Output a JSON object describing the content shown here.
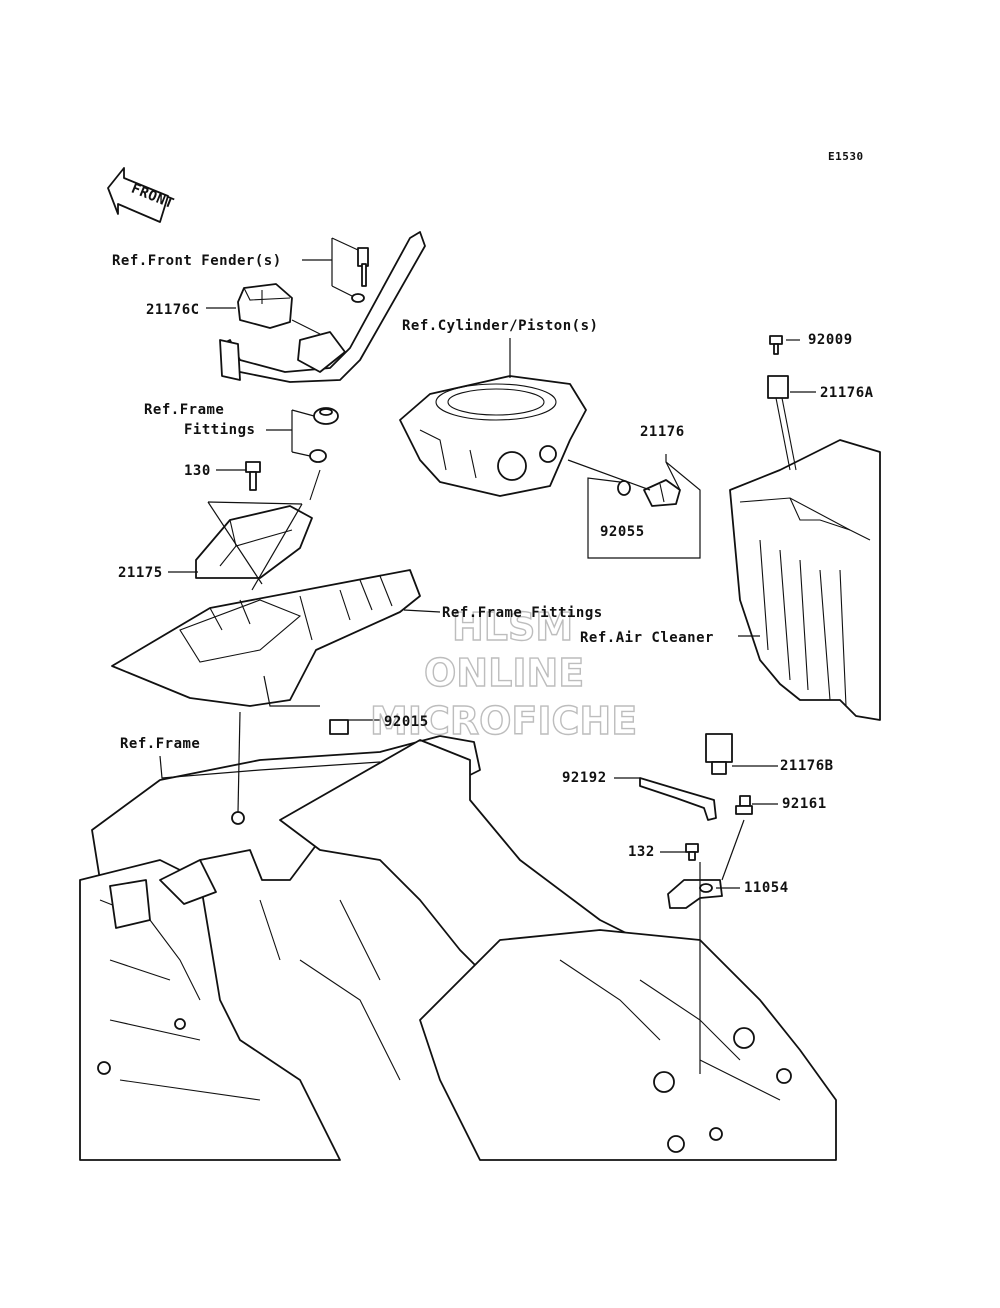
{
  "diagram_code": "E1530",
  "front_arrow_text": "FRONT",
  "labels": {
    "ref_front_fender": "Ref.Front Fender(s)",
    "p21176c": "21176C",
    "ref_cylinder": "Ref.Cylinder/Piston(s)",
    "p92009": "92009",
    "p21176a": "21176A",
    "ref_frame_fittings_1": "Ref.Frame",
    "ref_frame_fittings_2": "Fittings",
    "p130": "130",
    "p21176": "21176",
    "p92055": "92055",
    "p21175": "21175",
    "ref_frame_fittings_b": "Ref.Frame Fittings",
    "ref_air_cleaner": "Ref.Air Cleaner",
    "p92015": "92015",
    "ref_frame": "Ref.Frame",
    "p21176b": "21176B",
    "p92192": "92192",
    "p92161": "92161",
    "p132": "132",
    "p11054": "11054"
  },
  "watermark": {
    "line1": "HLSM",
    "line2": "ONLINE",
    "line3": "MICROFICHE"
  }
}
